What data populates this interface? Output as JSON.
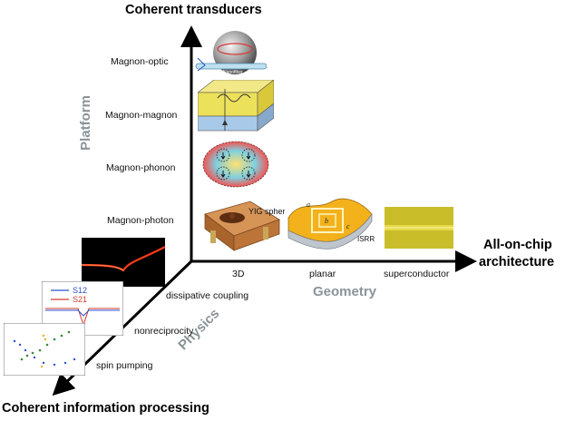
{
  "axes": {
    "vertical_title": "Coherent transducers",
    "horizontal_title_line1": "All-on-chip",
    "horizontal_title_line2": "architecture",
    "diagonal_title": "Coherent information processing"
  },
  "dimension_labels": {
    "platform": "Platform",
    "geometry": "Geometry",
    "physics": "Physics"
  },
  "platform_items": [
    "Magnon-optic",
    "Magnon-magnon",
    "Magnon-phonon",
    "Magnon-photon"
  ],
  "geometry_items": [
    "3D",
    "planar",
    "superconductor"
  ],
  "physics_items": [
    "dissipative coupling",
    "nonreciprocity",
    "spin pumping"
  ],
  "illustration_text": {
    "yig_sphere": "YIG sphere",
    "isrr": "ISRR",
    "s12": "S12",
    "s21": "S21",
    "nanofiber": "Nanofiber",
    "resonator_a": "a",
    "resonator_b": "b",
    "resonator_c": "c"
  },
  "colors": {
    "axis": "#000000",
    "dimension_label": "#8a9498",
    "yig_gold": "#e8c84a",
    "yig_blue": "#a9c9e8",
    "copper": "#c9874a",
    "s12_line": "#2c4fd1",
    "s21_line": "#d63a2a"
  }
}
